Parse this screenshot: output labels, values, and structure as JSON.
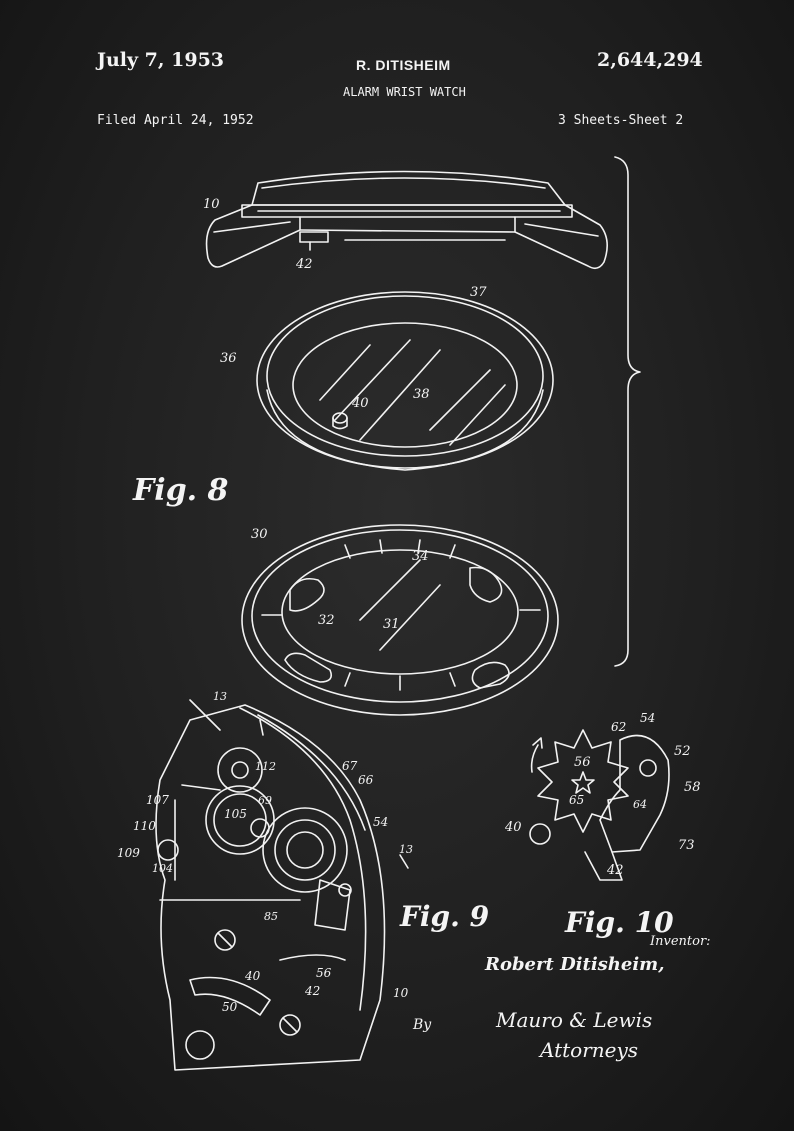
{
  "header": {
    "date": "July 7, 1953",
    "inventor_name": "R. DITISHEIM",
    "patent_number": "2,644,294",
    "title": "ALARM WRIST WATCH",
    "filed": "Filed April 24, 1952",
    "sheets": "3 Sheets-Sheet 2"
  },
  "figures": {
    "fig8": "Fig. 8",
    "fig9": "Fig. 9",
    "fig10": "Fig. 10"
  },
  "reference_numerals": {
    "n10_top": "10",
    "n42_top": "42",
    "n37": "37",
    "n36": "36",
    "n40_mid": "40",
    "n38": "38",
    "n30": "30",
    "n34": "34",
    "n32": "32",
    "n31": "31",
    "n13_a": "13",
    "n112": "112",
    "n67": "67",
    "n66": "66",
    "n107": "107",
    "n69": "69",
    "n105": "105",
    "n110": "110",
    "n54_f9": "54",
    "n109": "109",
    "n104": "104",
    "n13_b": "13",
    "n85": "85",
    "n40_f9": "40",
    "n56_f9": "56",
    "n42_f9": "42",
    "n50": "50",
    "n10_f9": "10",
    "n62": "62",
    "n54_f10": "54",
    "n52": "52",
    "n56_f10": "56",
    "n58": "58",
    "n65": "65",
    "n64": "64",
    "n40_f10": "40",
    "n73": "73",
    "n42_f10": "42"
  },
  "signature": {
    "inventor_label": "Inventor:",
    "inventor_sig": "Robert Ditisheim,",
    "by": "By",
    "attorney_sig": "Mauro & Lewis",
    "attorney_label": "Attorneys"
  }
}
